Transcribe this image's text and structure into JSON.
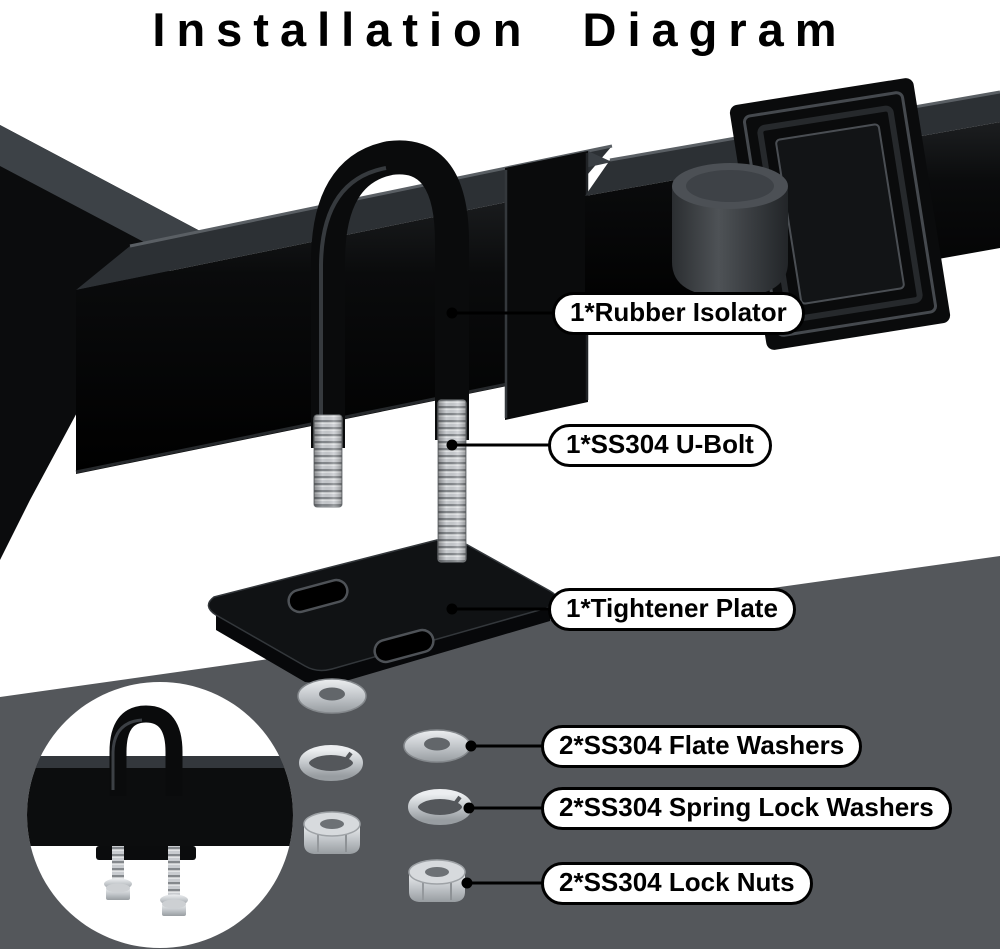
{
  "title": "Installation Diagram",
  "callouts": [
    {
      "id": "rubber-isolator",
      "label": "1*Rubber Isolator"
    },
    {
      "id": "u-bolt",
      "label": "1*SS304 U-Bolt"
    },
    {
      "id": "tightener-plate",
      "label": "1*Tightener Plate"
    },
    {
      "id": "flat-washers",
      "label": "2*SS304 Flate Washers"
    },
    {
      "id": "spring-lock-washers",
      "label": "2*SS304 Spring Lock Washers"
    },
    {
      "id": "lock-nuts",
      "label": "2*SS304 Lock Nuts"
    }
  ],
  "colors": {
    "background": "#ffffff",
    "band_gray": "#54575b",
    "part_black": "#0b0c0d",
    "steel_gray": "#c6c9cd",
    "label_background": "#ffffff",
    "label_border": "#000000",
    "title_color": "#000000"
  }
}
